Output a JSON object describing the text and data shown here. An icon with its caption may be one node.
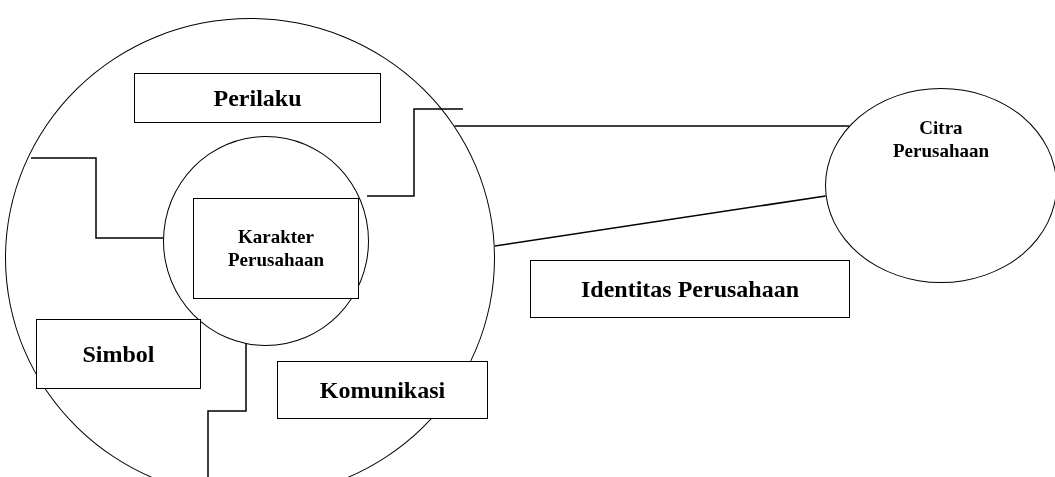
{
  "diagram": {
    "nodes": [
      {
        "text": [],
        "shape": "circle"
      },
      {
        "text": [
          "Perilaku"
        ],
        "in": 0
      },
      {
        "text": [],
        "shape": "circle",
        "in": 0
      },
      {
        "text": [
          "Karakter Perusahaan"
        ],
        "in": 2
      },
      {
        "text": [
          "Simbol"
        ],
        "in": 0
      },
      {
        "text": [
          "Komunikasi"
        ],
        "in": 0
      },
      {
        "text": [
          "Identitas Perusahaan"
        ]
      },
      {
        "text": [
          "Citra Perusahaan"
        ]
      }
    ],
    "edges": [
      {
        "from": 0,
        "to": 7,
        "arrow": "none"
      },
      {
        "from": 0,
        "to": 7,
        "arrow": "none"
      }
    ]
  }
}
